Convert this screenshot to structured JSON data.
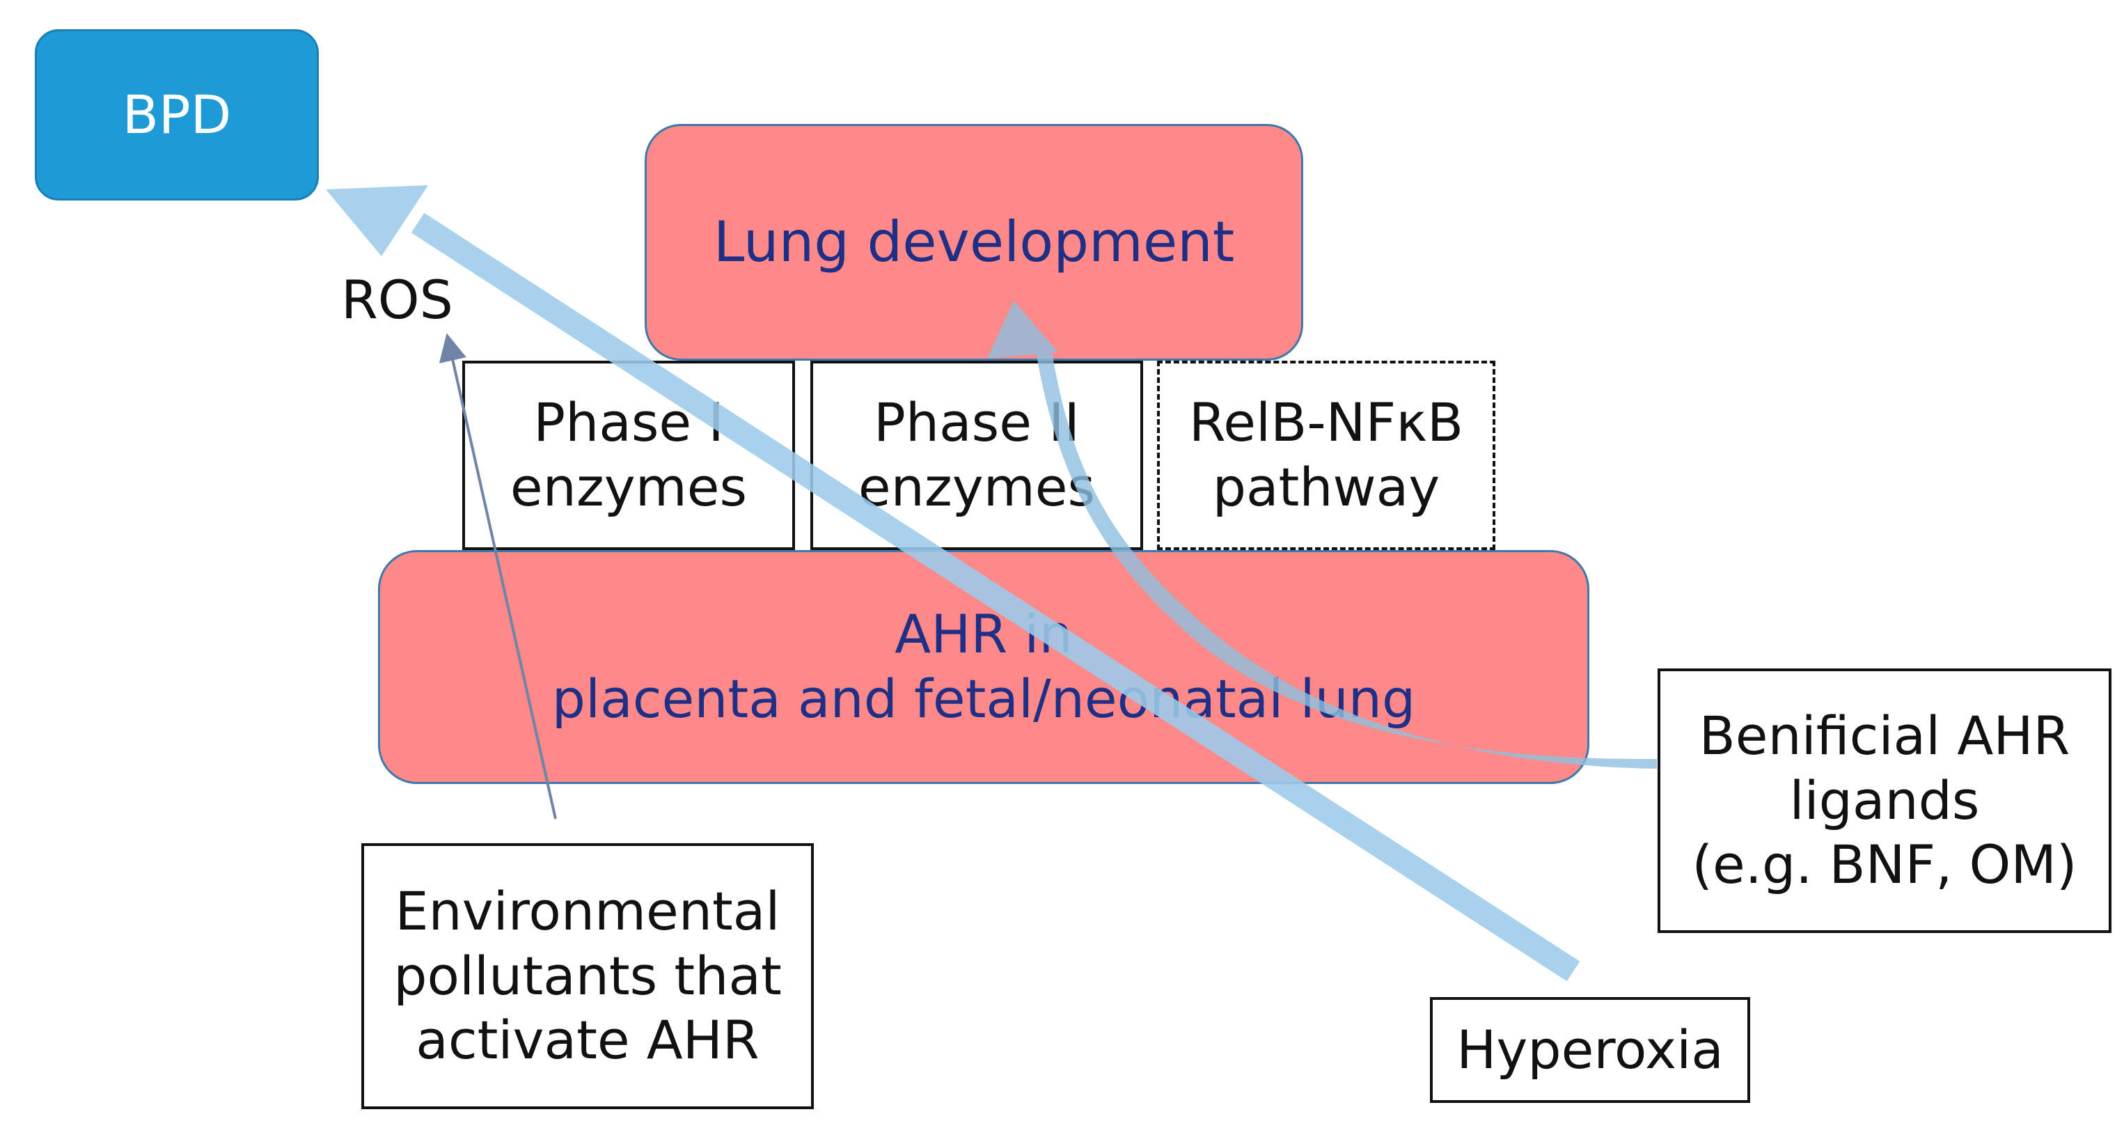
{
  "nodes": {
    "bpd": "BPD",
    "lung_development": "Lung development",
    "ros": "ROS",
    "phase1": "Phase I\nenzymes",
    "phase2": "Phase II\nenzymes",
    "relb": "RelB-NFκB\npathway",
    "ahr": "AHR in\nplacenta and fetal/neonatal lung",
    "pollutants": "Environmental\npollutants that\nactivate AHR",
    "ligands": "Benificial AHR\nligands\n(e.g. BNF, OM)",
    "hyperoxia": "Hyperoxia"
  },
  "colors": {
    "bpd_fill": "#1e9bd7",
    "pink_fill": "#fd8a89",
    "pink_text": "#1f2f86",
    "arrow_blue": "#9ccbeb",
    "thin_arrow": "#6f84a6"
  }
}
